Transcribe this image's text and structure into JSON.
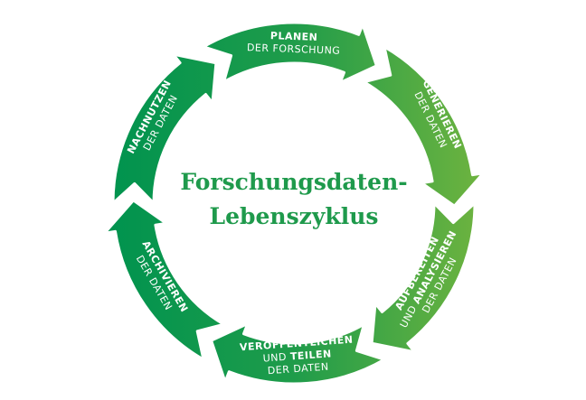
{
  "title": {
    "line1": "Forschungsdaten-",
    "line2": "Lebenszyklus"
  },
  "stages": [
    {
      "bold": "PLANEN",
      "normal": "DER FORSCHUNG"
    },
    {
      "bold": "GENERIEREN",
      "normal": "DER DATEN"
    },
    {
      "bold1": "AUFBEREITEN",
      "und": "UND ",
      "bold2": "ANALYSIEREN",
      "normal": "DER DATEN"
    },
    {
      "bold1": "VERÖFFENTLICHEN",
      "und": "UND ",
      "bold2": "TEILEN",
      "normal": "DER DATEN"
    },
    {
      "bold": "ARCHIVIEREN",
      "normal": "DER DATEN"
    },
    {
      "bold": "NACHNUTZEN",
      "normal": "DER DATEN"
    }
  ],
  "colors": {
    "dark": "#00934f",
    "light": "#6db33f",
    "title": "#1f9a4c"
  }
}
